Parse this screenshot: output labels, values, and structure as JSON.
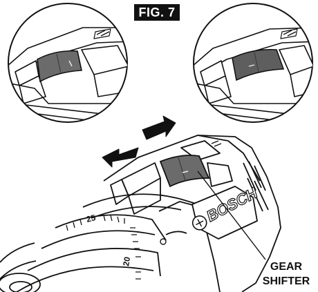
{
  "figure": {
    "label": "FIG. 7"
  },
  "callout": {
    "line1": "GEAR",
    "line2": "SHIFTER"
  },
  "brand": {
    "name": "BOSCH"
  },
  "speed_marks": {
    "top": "25",
    "bottom": "20"
  },
  "colors": {
    "outline": "#111111",
    "shifter": "#6b6b6b",
    "shifter_dark": "#4a4a4a",
    "arrow": "#111111"
  }
}
